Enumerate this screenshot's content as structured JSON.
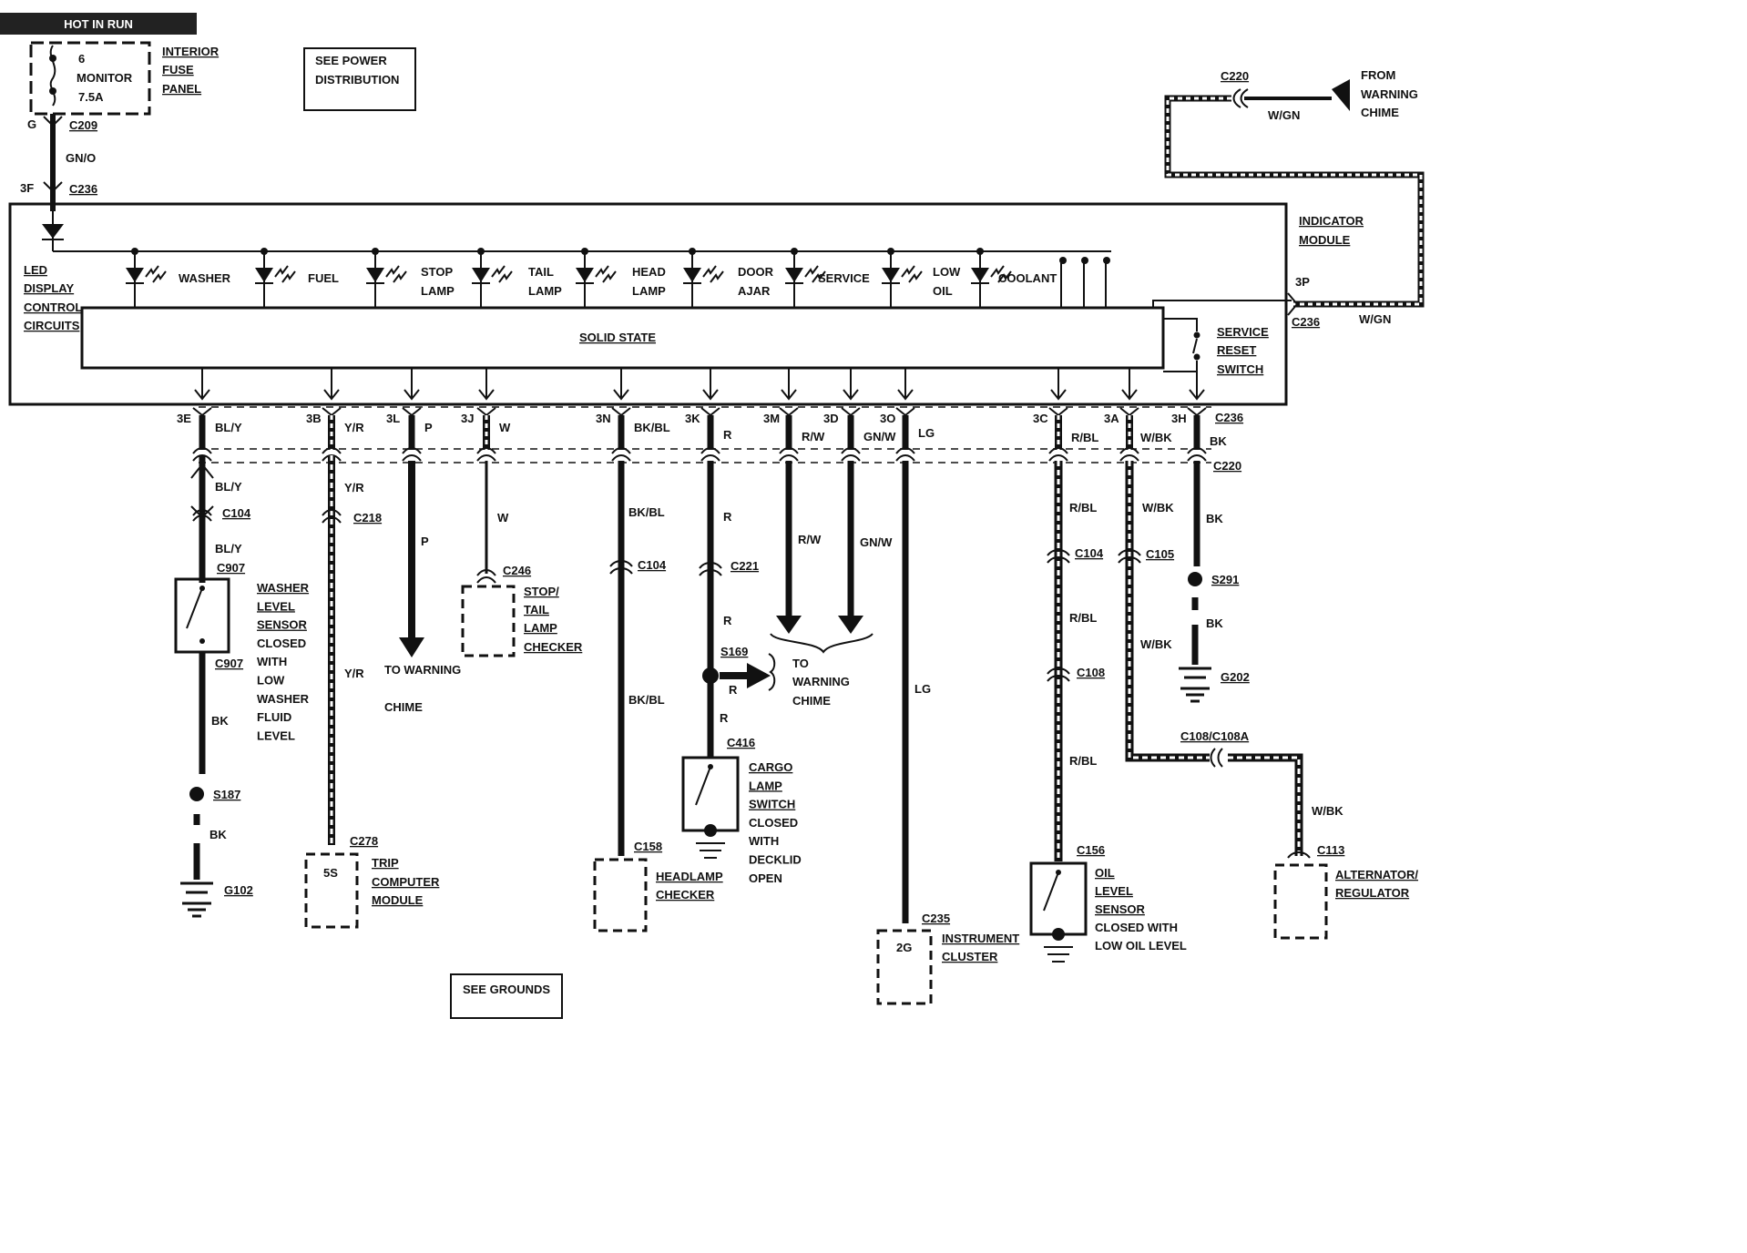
{
  "header": {
    "hot_in_run": "HOT IN RUN"
  },
  "fuse": {
    "number": "6",
    "name": "MONITOR",
    "rating": "7.5A",
    "panel_label": [
      "INTERIOR",
      "FUSE",
      "PANEL"
    ]
  },
  "power_box": [
    "SEE POWER",
    "DISTRIBUTION"
  ],
  "grounds_box": "SEE GROUNDS",
  "chime_source": [
    "FROM",
    "WARNING",
    "CHIME"
  ],
  "module": {
    "name": [
      "INDICATOR",
      "MODULE"
    ],
    "led_control": [
      "LED",
      "DISPLAY",
      "CONTROL",
      "CIRCUITS"
    ],
    "solid_state": "SOLID STATE",
    "service_reset_switch": [
      "SERVICE",
      "RESET",
      "SWITCH"
    ],
    "leds": [
      [
        "WASHER"
      ],
      [
        "FUEL"
      ],
      [
        "STOP",
        "LAMP"
      ],
      [
        "TAIL",
        "LAMP"
      ],
      [
        "HEAD",
        "LAMP"
      ],
      [
        "DOOR",
        "AJAR"
      ],
      [
        "SERVICE"
      ],
      [
        "LOW",
        "OIL"
      ],
      [
        "COOLANT"
      ]
    ]
  },
  "top_wiring": {
    "g": "G",
    "c209": "C209",
    "gn_o": "GN/O",
    "pin_3f": "3F",
    "c236_top": "C236",
    "c220_top": "C220",
    "w_gn_top": "W/GN",
    "pin_3p": "3P",
    "c236_right": "C236",
    "w_gn_right": "W/GN"
  },
  "pins": [
    {
      "pin": "3E",
      "wire": "BL/Y"
    },
    {
      "pin": "3B",
      "wire": "Y/R"
    },
    {
      "pin": "3L",
      "wire": "P"
    },
    {
      "pin": "3J",
      "wire": "W"
    },
    {
      "pin": "3N",
      "wire": "BK/BL"
    },
    {
      "pin": "3K",
      "wire": "R"
    },
    {
      "pin": "3M",
      "wire": "R/W"
    },
    {
      "pin": "3D",
      "wire": "GN/W"
    },
    {
      "pin": "3O",
      "wire": "LG"
    },
    {
      "pin": "3C",
      "wire": "R/BL"
    },
    {
      "pin": "3A",
      "wire": "W/BK"
    },
    {
      "pin": "3H",
      "wire": "BK"
    }
  ],
  "c236_bottom": "C236",
  "c220_bottom": "C220",
  "circuit_washer": {
    "wire_1": "BL/Y",
    "c104": "C104",
    "wire_2": "BL/Y",
    "c907_top": "C907",
    "c907_bottom": "C907",
    "sensor": [
      "WASHER",
      "LEVEL",
      "SENSOR",
      "CLOSED",
      "WITH",
      "LOW",
      "WASHER",
      "FLUID",
      "LEVEL"
    ],
    "wire_3": "BK",
    "s187": "S187",
    "wire_4": "BK",
    "g102": "G102"
  },
  "circuit_trip": {
    "wire_1": "Y/R",
    "c218": "C218",
    "wire_2": "Y/R",
    "c278": "C278",
    "pin": "5S",
    "module": [
      "TRIP",
      "COMPUTER",
      "MODULE"
    ]
  },
  "circuit_p": {
    "wire": "P",
    "dest": [
      "TO WARNING",
      "CHIME"
    ]
  },
  "circuit_stop": {
    "wire": "W",
    "c246": "C246",
    "checker": [
      "STOP/",
      "TAIL",
      "LAMP",
      "CHECKER"
    ]
  },
  "circuit_head": {
    "wire_1": "BK/BL",
    "c104": "C104",
    "wire_2": "BK/BL",
    "c158": "C158",
    "checker": [
      "HEADLAMP",
      "CHECKER"
    ]
  },
  "circuit_cargo": {
    "wire_1": "R",
    "c221": "C221",
    "wire_2": "R",
    "s169": "S169",
    "wire_branch": "R",
    "wire_3": "R",
    "c416": "C416",
    "switch": [
      "CARGO",
      "LAMP",
      "SWITCH",
      "CLOSED",
      "WITH",
      "DECKLID",
      "OPEN"
    ]
  },
  "circuit_chime": {
    "wire_1": "R/W",
    "wire_2": "GN/W",
    "dest": [
      "TO",
      "WARNING",
      "CHIME"
    ]
  },
  "circuit_cluster": {
    "wire": "LG",
    "c235": "C235",
    "pin": "2G",
    "cluster": [
      "INSTRUMENT",
      "CLUSTER"
    ]
  },
  "circuit_oil": {
    "wire_1": "R/BL",
    "c104": "C104",
    "wire_2": "R/BL",
    "c108": "C108",
    "wire_3": "R/BL",
    "c156": "C156",
    "sensor": [
      "OIL",
      "LEVEL",
      "SENSOR",
      "CLOSED WITH",
      "LOW OIL LEVEL"
    ]
  },
  "circuit_alt": {
    "wire_1": "W/BK",
    "c105": "C105",
    "wire_2": "W/BK",
    "c108_c108a": "C108/C108A",
    "wire_3": "W/BK",
    "c113": "C113",
    "alternator": [
      "ALTERNATOR/",
      "REGULATOR"
    ]
  },
  "circuit_ground": {
    "wire_1": "BK",
    "s291": "S291",
    "wire_2": "BK",
    "g202": "G202"
  }
}
